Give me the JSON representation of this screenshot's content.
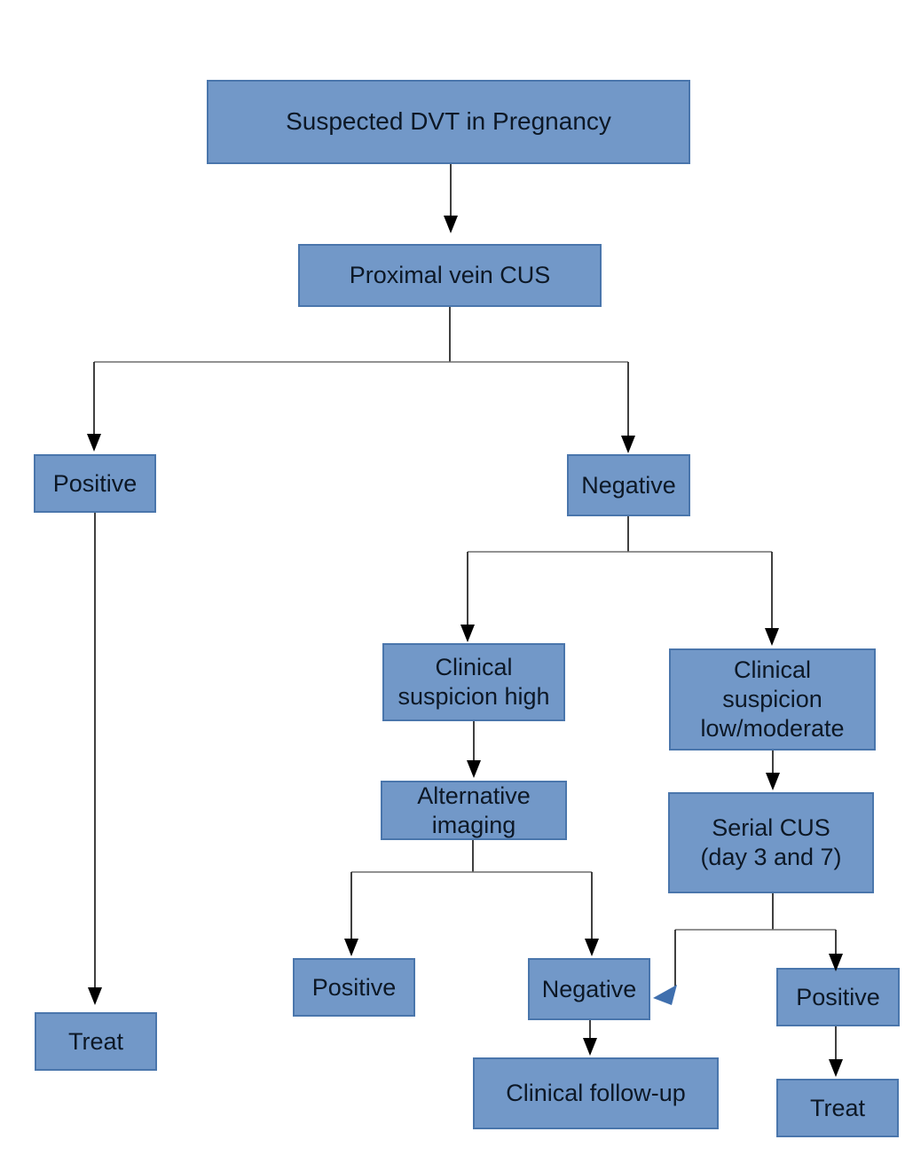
{
  "flowchart": {
    "background": "#ffffff",
    "colors": {
      "background": "#ffffff",
      "node_fill": "#7298c8",
      "node_border": "#4a76ac",
      "node_text": "#0d1826",
      "connector_vertical": "#2b2b2b",
      "connector_horizontal": "#6f6f6f",
      "arrowhead": "#000000",
      "feedback_arrowhead": "#3f6fae"
    },
    "nodes": {
      "suspected_dvt": {
        "label": "Suspected DVT in Pregnancy"
      },
      "proximal_cus": {
        "label": "Proximal vein CUS"
      },
      "cus_positive": {
        "label": "Positive"
      },
      "cus_negative": {
        "label": "Negative"
      },
      "treat_left": {
        "label": "Treat"
      },
      "suspicion_high": {
        "label": "Clinical\nsuspicion high"
      },
      "suspicion_low_moderate": {
        "label": "Clinical\nsuspicion\nlow/moderate"
      },
      "alternative_imaging": {
        "label": "Alternative\nimaging"
      },
      "imaging_positive": {
        "label": "Positive"
      },
      "imaging_negative": {
        "label": "Negative"
      },
      "clinical_followup": {
        "label": "Clinical follow-up"
      },
      "serial_cus": {
        "label": "Serial CUS\n(day 3 and 7)"
      },
      "serial_positive": {
        "label": "Positive"
      },
      "treat_right": {
        "label": "Treat"
      }
    },
    "edges": [
      {
        "from": "suspected_dvt",
        "to": "proximal_cus"
      },
      {
        "from": "proximal_cus",
        "to": "cus_positive"
      },
      {
        "from": "proximal_cus",
        "to": "cus_negative"
      },
      {
        "from": "cus_positive",
        "to": "treat_left"
      },
      {
        "from": "cus_negative",
        "to": "suspicion_high"
      },
      {
        "from": "cus_negative",
        "to": "suspicion_low_moderate"
      },
      {
        "from": "suspicion_high",
        "to": "alternative_imaging"
      },
      {
        "from": "alternative_imaging",
        "to": "imaging_positive"
      },
      {
        "from": "alternative_imaging",
        "to": "imaging_negative"
      },
      {
        "from": "imaging_negative",
        "to": "clinical_followup"
      },
      {
        "from": "suspicion_low_moderate",
        "to": "serial_cus"
      },
      {
        "from": "serial_cus",
        "to": "imaging_negative"
      },
      {
        "from": "serial_cus",
        "to": "serial_positive"
      },
      {
        "from": "serial_positive",
        "to": "treat_right"
      }
    ]
  }
}
